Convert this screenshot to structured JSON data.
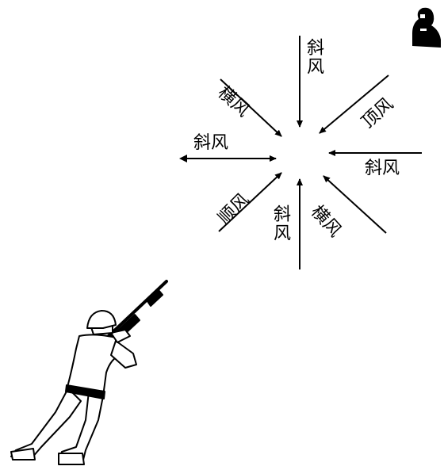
{
  "diagram": {
    "labels": {
      "top_oblique": "斜风",
      "upper_left_cross": "横风",
      "upper_right_head": "顶风",
      "left_oblique": "斜风",
      "right_oblique": "斜风",
      "lower_left_tail": "顺风",
      "bottom_oblique": "斜风",
      "lower_right_cross": "横风"
    },
    "icons": {
      "target": "silhouette-target-icon",
      "shooter": "prone-rifleman-figure"
    },
    "colors": {
      "ink": "#000000",
      "background": "#ffffff"
    }
  }
}
